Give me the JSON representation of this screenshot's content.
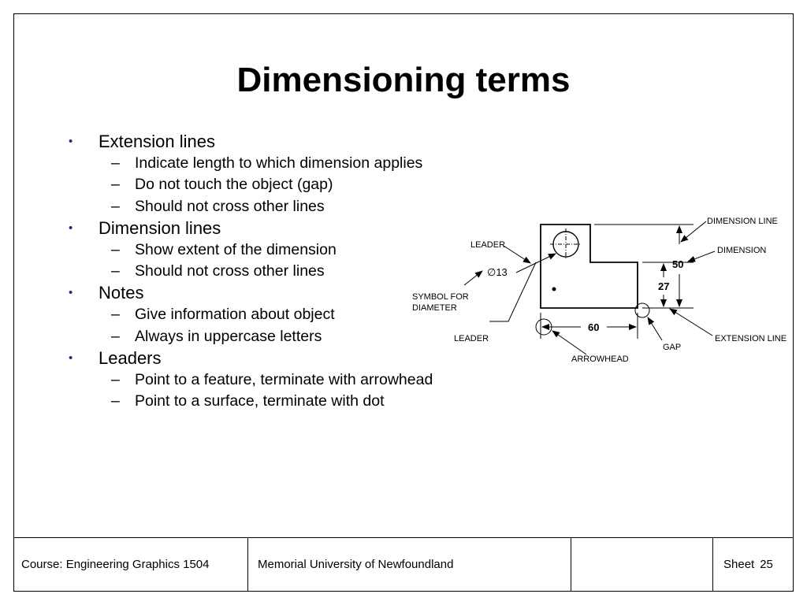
{
  "slide": {
    "title": "Dimensioning terms",
    "bullets": [
      {
        "label": "Extension lines",
        "subs": [
          "Indicate length to which dimension applies",
          "Do not touch the object (gap)",
          "Should not cross other lines"
        ]
      },
      {
        "label": "Dimension lines",
        "subs": [
          "Show extent of the dimension",
          "Should not cross other lines"
        ]
      },
      {
        "label": "Notes",
        "subs": [
          "Give information about object",
          "Always in uppercase letters"
        ]
      },
      {
        "label": "Leaders",
        "subs": [
          "Point to a feature, terminate with arrowhead",
          "Point to a surface, terminate with dot"
        ]
      }
    ],
    "bullet_glyph": "•",
    "sub_glyph": "–",
    "bullet_color": "#1a2a8a"
  },
  "diagram": {
    "labels": {
      "dimension_line": "DIMENSION LINE",
      "dimension": "DIMENSION",
      "leader_top": "LEADER",
      "symbol_for": "SYMBOL FOR",
      "diameter": "DIAMETER",
      "leader_bottom": "LEADER",
      "arrowhead": "ARROWHEAD",
      "gap": "GAP",
      "extension_line": "EXTENSION LINE"
    },
    "values": {
      "hole_note": "∅13",
      "vertical_overall": "50",
      "vertical_step": "27",
      "horizontal": "60"
    }
  },
  "footer": {
    "course": "Course: Engineering Graphics 1504",
    "university": "Memorial University of Newfoundland",
    "sheet_label": "Sheet",
    "sheet_number": "25"
  }
}
